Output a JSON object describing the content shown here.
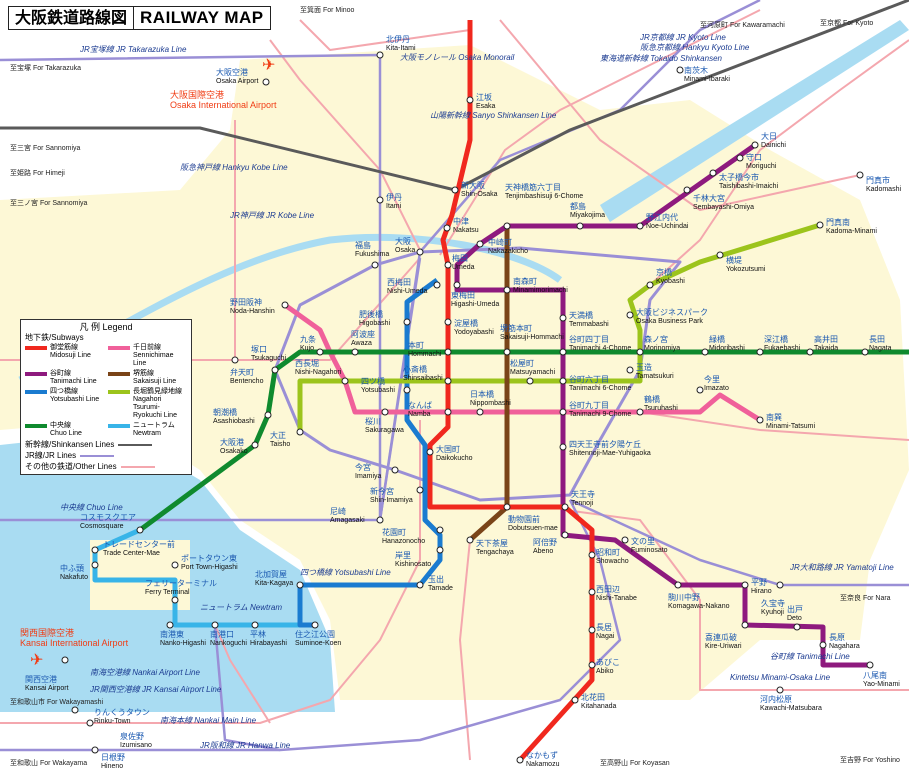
{
  "title": {
    "ja": "大阪鉄道路線図",
    "en": "RAILWAY MAP"
  },
  "colors": {
    "midosuji": "#f0281e",
    "tanimachi": "#8e1a7e",
    "yotsubashi": "#1a7bd0",
    "chuo": "#0f8a2e",
    "sennichimae": "#f0609a",
    "sakaisuji": "#7a4418",
    "nagahori": "#9cc41c",
    "newtram": "#38b4e8",
    "shinkansen": "#5a5a5a",
    "jr": "#9a8fd6",
    "other": "#f4a7ae",
    "city": "#fdf8d6",
    "water": "#a9dcf2",
    "station_ja": "#1a58b0",
    "airport": "#f03c14"
  },
  "legend": {
    "heading": "凡 例 Legend",
    "subways_label": "地下鉄/Subways",
    "subways": [
      {
        "ja": "御堂筋線",
        "en": "Midosuji Line",
        "key": "midosuji"
      },
      {
        "ja": "千日前線",
        "en": "Sennichimae Line",
        "key": "sennichimae"
      },
      {
        "ja": "谷町線",
        "en": "Tanimachi Line",
        "key": "tanimachi"
      },
      {
        "ja": "堺筋線",
        "en": "Sakaisuji Line",
        "key": "sakaisuji"
      },
      {
        "ja": "四つ橋線",
        "en": "Yotsubashi Line",
        "key": "yotsubashi"
      },
      {
        "ja": "長堀鶴見緑地線",
        "en": "Nagahori Tsurumi-Ryokuchi Line",
        "key": "nagahori"
      },
      {
        "ja": "中央線",
        "en": "Chuo Line",
        "key": "chuo"
      },
      {
        "ja": "ニュートラム",
        "en": "Newtram",
        "key": "newtram"
      }
    ],
    "shinkansen": "新幹線/Shinkansen Lines",
    "jr": "JR線/JR Lines",
    "other": "その他の鉄道/Other Lines"
  },
  "line_labels": [
    {
      "ja": "JR宝塚線",
      "en": "JR Takarazuka Line"
    },
    {
      "ja": "山陽新幹線",
      "en": "Sanyo Shinkansen Line"
    },
    {
      "ja": "阪急神戸線",
      "en": "Hankyu Kobe Line"
    },
    {
      "ja": "JR神戸線",
      "en": "JR Kobe Line"
    },
    {
      "ja": "東海道新幹線",
      "en": "Tokaido Shinkansen"
    },
    {
      "ja": "大阪モノレール",
      "en": "Osaka Monorail"
    },
    {
      "ja": "中央線",
      "en": "Chuo Line"
    },
    {
      "ja": "谷町線",
      "en": "Tanimachi Line"
    },
    {
      "ja": "ニュートラム",
      "en": "Newtram"
    },
    {
      "ja": "四つ橋線",
      "en": "Yotsubashi Line"
    },
    {
      "ja": "南海本線",
      "en": "Nankai Main Line"
    },
    {
      "ja": "JR阪和線",
      "en": "JR Hanwa Line"
    },
    {
      "ja": "JR大和路線",
      "en": "JR Yamatoji Line"
    },
    {
      "ja": "南海空港線",
      "en": "Nankai Airport Line"
    },
    {
      "ja": "JR関西空港線",
      "en": "JR Kansai Airport Line"
    },
    {
      "ja": "",
      "en": "Kintetsu Minami-Osaka Line"
    },
    {
      "ja": "JR京都線",
      "en": "JR Kyoto Line"
    },
    {
      "ja": "阪急京都線",
      "en": "Hankyu Kyoto Line"
    }
  ],
  "airports": [
    {
      "ja": "大阪国際空港",
      "en": "Osaka International Airport"
    },
    {
      "ja": "関西国際空港",
      "en": "Kansai International Airport"
    }
  ],
  "destinations": [
    {
      "ja": "至宝塚",
      "en": "For Takarazuka"
    },
    {
      "ja": "至姫路",
      "en": "For Himeji"
    },
    {
      "ja": "至三宮",
      "en": "For Sannomiya"
    },
    {
      "ja": "至三ノ宮",
      "en": "For Sannomiya"
    },
    {
      "ja": "至京都",
      "en": "For Kyoto"
    },
    {
      "ja": "至河原町",
      "en": "For Kawaramachi"
    },
    {
      "ja": "至和歌山市",
      "en": "For Wakayamashi"
    },
    {
      "ja": "至和歌山",
      "en": "For Wakayama"
    },
    {
      "ja": "至箕面",
      "en": "For Minoo"
    },
    {
      "ja": "至高野山",
      "en": "For Koyasan"
    },
    {
      "ja": "至吉野",
      "en": "For Yoshino"
    },
    {
      "ja": "至奈良",
      "en": "For Nara"
    }
  ],
  "stations": [
    {
      "ja": "大阪",
      "en": "Osaka"
    },
    {
      "ja": "梅田",
      "en": "Umeda"
    },
    {
      "ja": "西梅田",
      "en": "Nishi-Umeda"
    },
    {
      "ja": "東梅田",
      "en": "Higashi-Umeda"
    },
    {
      "ja": "新大阪",
      "en": "Shin-Osaka"
    },
    {
      "ja": "中津",
      "en": "Nakatsu"
    },
    {
      "ja": "江坂",
      "en": "Esaka"
    },
    {
      "ja": "淀屋橋",
      "en": "Yodoyabashi"
    },
    {
      "ja": "本町",
      "en": "Hommachi"
    },
    {
      "ja": "心斎橋",
      "en": "Shinsaibashi"
    },
    {
      "ja": "なんば",
      "en": "Namba"
    },
    {
      "ja": "大国町",
      "en": "Daikokucho"
    },
    {
      "ja": "動物園前",
      "en": "Dobutsuen-mae"
    },
    {
      "ja": "天王寺",
      "en": "Tennoji"
    },
    {
      "ja": "阿倍野",
      "en": "Abeno"
    },
    {
      "ja": "昭和町",
      "en": "Showacho"
    },
    {
      "ja": "西田辺",
      "en": "Nishi-Tanabe"
    },
    {
      "ja": "長居",
      "en": "Nagai"
    },
    {
      "ja": "あびこ",
      "en": "Abiko"
    },
    {
      "ja": "北花田",
      "en": "Kitahanada"
    },
    {
      "ja": "なかもず",
      "en": "Nakamozu"
    },
    {
      "ja": "大日",
      "en": "Dainichi"
    },
    {
      "ja": "守口",
      "en": "Moriguchi"
    },
    {
      "ja": "太子橋今市",
      "en": "Taishibashi-Imaichi"
    },
    {
      "ja": "千林大宮",
      "en": "Sembayashi-Omiya"
    },
    {
      "ja": "野江内代",
      "en": "Noe-Uchindai"
    },
    {
      "ja": "都島",
      "en": "Miyakojima"
    },
    {
      "ja": "天神橋筋六丁目",
      "en": "Tenjimbashisuji 6-Chome"
    },
    {
      "ja": "中崎町",
      "en": "Nakazakicho"
    },
    {
      "ja": "南森町",
      "en": "Minamimorimachi"
    },
    {
      "ja": "天満橋",
      "en": "Temmabashi"
    },
    {
      "ja": "谷町四丁目",
      "en": "Tanimachi 4-Chome"
    },
    {
      "ja": "谷町六丁目",
      "en": "Tanimachi 6-Chome"
    },
    {
      "ja": "谷町九丁目",
      "en": "Tanimachi 9-Chome"
    },
    {
      "ja": "四天王寺前夕陽ケ丘",
      "en": "Shitennoji-Mae-Yuhigaoka"
    },
    {
      "ja": "文の里",
      "en": "Fuminosato"
    },
    {
      "ja": "駒川中野",
      "en": "Komagawa-Nakano"
    },
    {
      "ja": "平野",
      "en": "Hirano"
    },
    {
      "ja": "喜連瓜破",
      "en": "Kire-Uriwari"
    },
    {
      "ja": "出戸",
      "en": "Deto"
    },
    {
      "ja": "長原",
      "en": "Nagahara"
    },
    {
      "ja": "八尾南",
      "en": "Yao-Minami"
    },
    {
      "ja": "コスモスクエア",
      "en": "Cosmosquare"
    },
    {
      "ja": "大阪港",
      "en": "Osakako"
    },
    {
      "ja": "朝潮橋",
      "en": "Asashiobashi"
    },
    {
      "ja": "弁天町",
      "en": "Bentencho"
    },
    {
      "ja": "九条",
      "en": "Kujo"
    },
    {
      "ja": "阿波座",
      "en": "Awaza"
    },
    {
      "ja": "堺筋本町",
      "en": "Sakaisuji-Hommachi"
    },
    {
      "ja": "森ノ宮",
      "en": "Morinomiya"
    },
    {
      "ja": "緑橋",
      "en": "Midoribashi"
    },
    {
      "ja": "深江橋",
      "en": "Fukaebashi"
    },
    {
      "ja": "高井田",
      "en": "Takaida"
    },
    {
      "ja": "長田",
      "en": "Nagata"
    },
    {
      "ja": "肥後橋",
      "en": "Higobashi"
    },
    {
      "ja": "四ツ橋",
      "en": "Yotsubashi"
    },
    {
      "ja": "花園町",
      "en": "Hanazonocho"
    },
    {
      "ja": "岸里",
      "en": "Kishinosato"
    },
    {
      "ja": "玉出",
      "en": "Tamade"
    },
    {
      "ja": "北加賀屋",
      "en": "Kita-Kagaya"
    },
    {
      "ja": "住之江公園",
      "en": "Suminoe-Koen"
    },
    {
      "ja": "野田阪神",
      "en": "Noda-Hanshin"
    },
    {
      "ja": "西長堀",
      "en": "Nishi-Nagahori"
    },
    {
      "ja": "桜川",
      "en": "Sakuragawa"
    },
    {
      "ja": "日本橋",
      "en": "Nippombashi"
    },
    {
      "ja": "鶴橋",
      "en": "Tsuruhashi"
    },
    {
      "ja": "今里",
      "en": "Imazato"
    },
    {
      "ja": "南巽",
      "en": "Minami-Tatsumi"
    },
    {
      "ja": "大正",
      "en": "Taisho"
    },
    {
      "ja": "松屋町",
      "en": "Matsuyamachi"
    },
    {
      "ja": "玉造",
      "en": "Tamatsukuri"
    },
    {
      "ja": "大阪ビジネスパーク",
      "en": "Osaka Business Park"
    },
    {
      "ja": "京橋",
      "en": "Kyobashi"
    },
    {
      "ja": "横堤",
      "en": "Yokozutsumi"
    },
    {
      "ja": "門真南",
      "en": "Kadoma-Minami"
    },
    {
      "ja": "トレードセンター前",
      "en": "Trade Center-Mae"
    },
    {
      "ja": "中ふ頭",
      "en": "Nakafuto"
    },
    {
      "ja": "ポートタウン東",
      "en": "Port Town-Higashi"
    },
    {
      "ja": "フェリーターミナル",
      "en": "Ferry Terminal"
    },
    {
      "ja": "南港東",
      "en": "Nanko-Higashi"
    },
    {
      "ja": "南港口",
      "en": "Nankoguchi"
    },
    {
      "ja": "平林",
      "en": "Hirabayashi"
    },
    {
      "ja": "北伊丹",
      "en": "Kita-Itami"
    },
    {
      "ja": "伊丹",
      "en": "Itami"
    },
    {
      "ja": "尼崎",
      "en": "Amagasaki"
    },
    {
      "ja": "塚口",
      "en": "Tsukaguchi"
    },
    {
      "ja": "大阪空港",
      "en": "Osaka Airport"
    },
    {
      "ja": "関西空港",
      "en": "Kansai Airport"
    },
    {
      "ja": "りんくうタウン",
      "en": "Rinku-Town"
    },
    {
      "ja": "泉佐野",
      "en": "Izumisano"
    },
    {
      "ja": "日根野",
      "en": "Hineno"
    },
    {
      "ja": "今宮",
      "en": "Imamiya"
    },
    {
      "ja": "新今宮",
      "en": "Shin-Imamiya"
    },
    {
      "ja": "天下茶屋",
      "en": "Tengachaya"
    },
    {
      "ja": "福島",
      "en": "Fukushima"
    },
    {
      "ja": "南茨木",
      "en": "Minami-Ibaraki"
    },
    {
      "ja": "門真市",
      "en": "Kadomashi"
    },
    {
      "ja": "久宝寺",
      "en": "Kyuhoji"
    },
    {
      "ja": "河内松原",
      "en": "Kawachi-Matsubara"
    }
  ]
}
